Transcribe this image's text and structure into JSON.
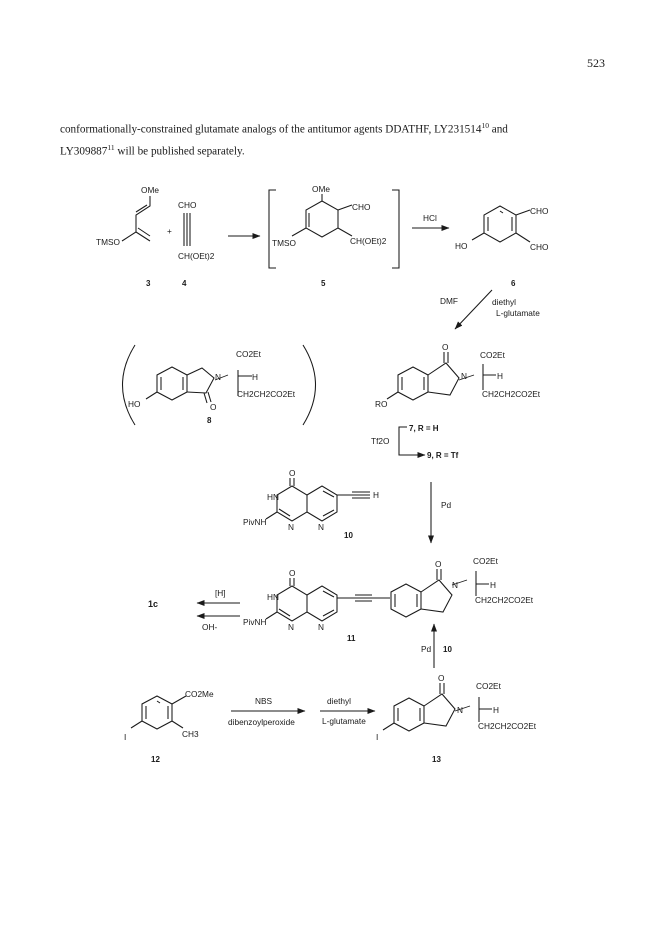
{
  "page": {
    "number": "523",
    "paragraph": {
      "line1_a": "conformationally-constrained glutamate analogs of the antitumor agents DDATHF, LY231514",
      "ref10": "10",
      "line1_b": " and",
      "line2_a": "LY309887",
      "ref11": "11",
      "line2_b": " will be published separately."
    }
  },
  "scheme": {
    "labels": {
      "ome": "OMe",
      "ome2": "OMe",
      "tmso": "TMSO",
      "tmso2": "TMSO",
      "cho_4": "CHO",
      "ch_oet2_4": "CH(OEt)2",
      "cho_5": "CHO",
      "ch_oet2_5": "CH(OEt)2",
      "plus": "+",
      "hcl": "HCl",
      "cho_6a": "CHO",
      "cho_6b": "CHO",
      "ho_6": "HO",
      "dmf": "DMF",
      "diethyl": "diethyl",
      "l_glutamate": "L-glutamate",
      "o_8": "O",
      "co2et_8": "CO2Et",
      "n_8": "N",
      "h_8": "H",
      "sidechain_8": "CH2CH2CO2Et",
      "ho_8": "HO",
      "o_7": "O",
      "co2et_7": "CO2Et",
      "n_7": "N",
      "h_7": "H",
      "sidechain_7": "CH2CH2CO2Et",
      "ro_7": "RO",
      "tf2o": "Tf2O",
      "r_h": "7, R = H",
      "r_tf": "9, R = Tf",
      "o_10": "O",
      "hn_10": "HN",
      "pivnh_10": "PivNH",
      "n_10a": "N",
      "n_10b": "N",
      "h_10": "H",
      "pd_1": "Pd",
      "o_11a": "O",
      "o_11b": "O",
      "co2et_11": "CO2Et",
      "n_11": "N",
      "h_11": "H",
      "sidechain_11": "CH2CH2CO2Et",
      "hn_11": "HN",
      "pivnh_11": "PivNH",
      "n_11a": "N",
      "n_11b": "N",
      "h_reduct": "[H]",
      "oh": "OH-",
      "pd_2": "Pd",
      "ten": "10",
      "co2me_12": "CO2Me",
      "i_12": "I",
      "ch3_12": "CH3",
      "nbs": "NBS",
      "dibenzoyl": "dibenzoylperoxide",
      "diethyl2": "diethyl",
      "l_glutamate2": "L-glutamate",
      "o_13": "O",
      "co2et_13": "CO2Et",
      "n_13": "N",
      "h_13": "H",
      "sidechain_13": "CH2CH2CO2Et",
      "i_13": "I"
    },
    "compound_numbers": {
      "c3": "3",
      "c4": "4",
      "c5": "5",
      "c6": "6",
      "c8": "8",
      "c10": "10",
      "c11": "11",
      "c1c": "1c",
      "c12": "12",
      "c13": "13"
    }
  }
}
